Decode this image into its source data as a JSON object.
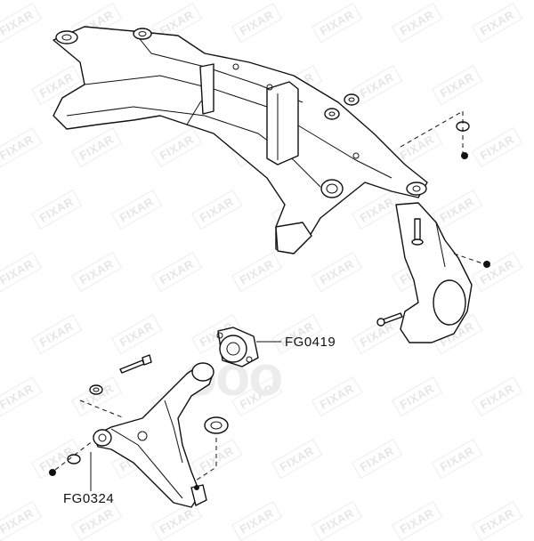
{
  "watermark": {
    "brand": "FIXAR",
    "center_text": "ооо"
  },
  "callouts": [
    {
      "part_number": "FG0419"
    },
    {
      "part_number": "FG0324"
    }
  ]
}
